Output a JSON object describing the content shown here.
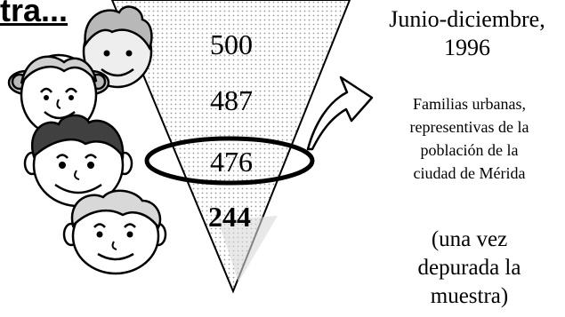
{
  "header": {
    "title": "tra..."
  },
  "funnel": {
    "values": [
      "500",
      "487",
      "476",
      "244"
    ],
    "highlighted_value": "476",
    "bold_value": "244"
  },
  "sidebar": {
    "date_line1": "Junio-diciembre,",
    "date_line2": "1996",
    "description_lines": [
      "Familias urbanas,",
      "representivas de la",
      "población de la",
      "ciudad de Mérida"
    ],
    "note_lines": [
      "(una vez",
      "depurada la",
      "muestra)"
    ]
  },
  "illustration": {
    "icon": "children-faces-icon"
  }
}
